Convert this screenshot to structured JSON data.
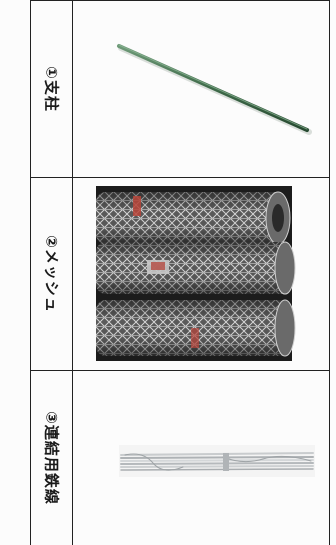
{
  "rows": [
    {
      "label": "①支柱",
      "image": "green-steel-post"
    },
    {
      "label": "②メッシュ",
      "image": "wire-mesh-rolls"
    },
    {
      "label": "③連結用鉄線",
      "image": "binding-wire-bundle"
    }
  ],
  "colors": {
    "post": "#3f6b4a",
    "mesh_dark": "#1e1e1e",
    "mesh_wire": "#c8c8c8",
    "wire_bundle": "#bfc3c6",
    "border": "#222222"
  }
}
